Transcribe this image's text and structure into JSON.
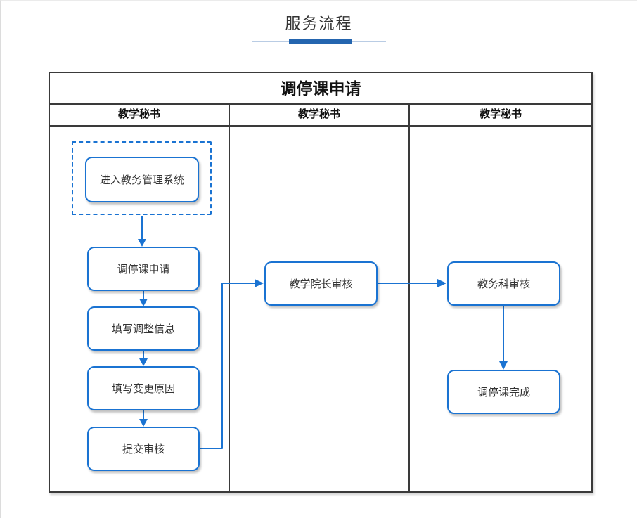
{
  "page": {
    "title": "服务流程"
  },
  "diagram": {
    "title": "调停课申请",
    "lanes": [
      {
        "label": "教学秘书"
      },
      {
        "label": "教学秘书"
      },
      {
        "label": "教学秘书"
      }
    ],
    "nodes": [
      {
        "id": "enter-system",
        "label": "进入教务管理系统"
      },
      {
        "id": "course-change-apply",
        "label": "调停课申请"
      },
      {
        "id": "fill-adjust-info",
        "label": "填写调整信息"
      },
      {
        "id": "fill-change-reason",
        "label": "填写变更原因"
      },
      {
        "id": "submit-review",
        "label": "提交审核"
      },
      {
        "id": "dean-review",
        "label": "教学院长审核"
      },
      {
        "id": "academic-office-review",
        "label": "教务科审核"
      },
      {
        "id": "course-change-done",
        "label": "调停课完成"
      }
    ],
    "colors": {
      "accent_blue": "#1a73d2",
      "underline_dark_blue": "#2465af",
      "underline_light_blue": "#b9cce4",
      "table_border": "#3a3a3a",
      "node_text": "#333333"
    }
  }
}
